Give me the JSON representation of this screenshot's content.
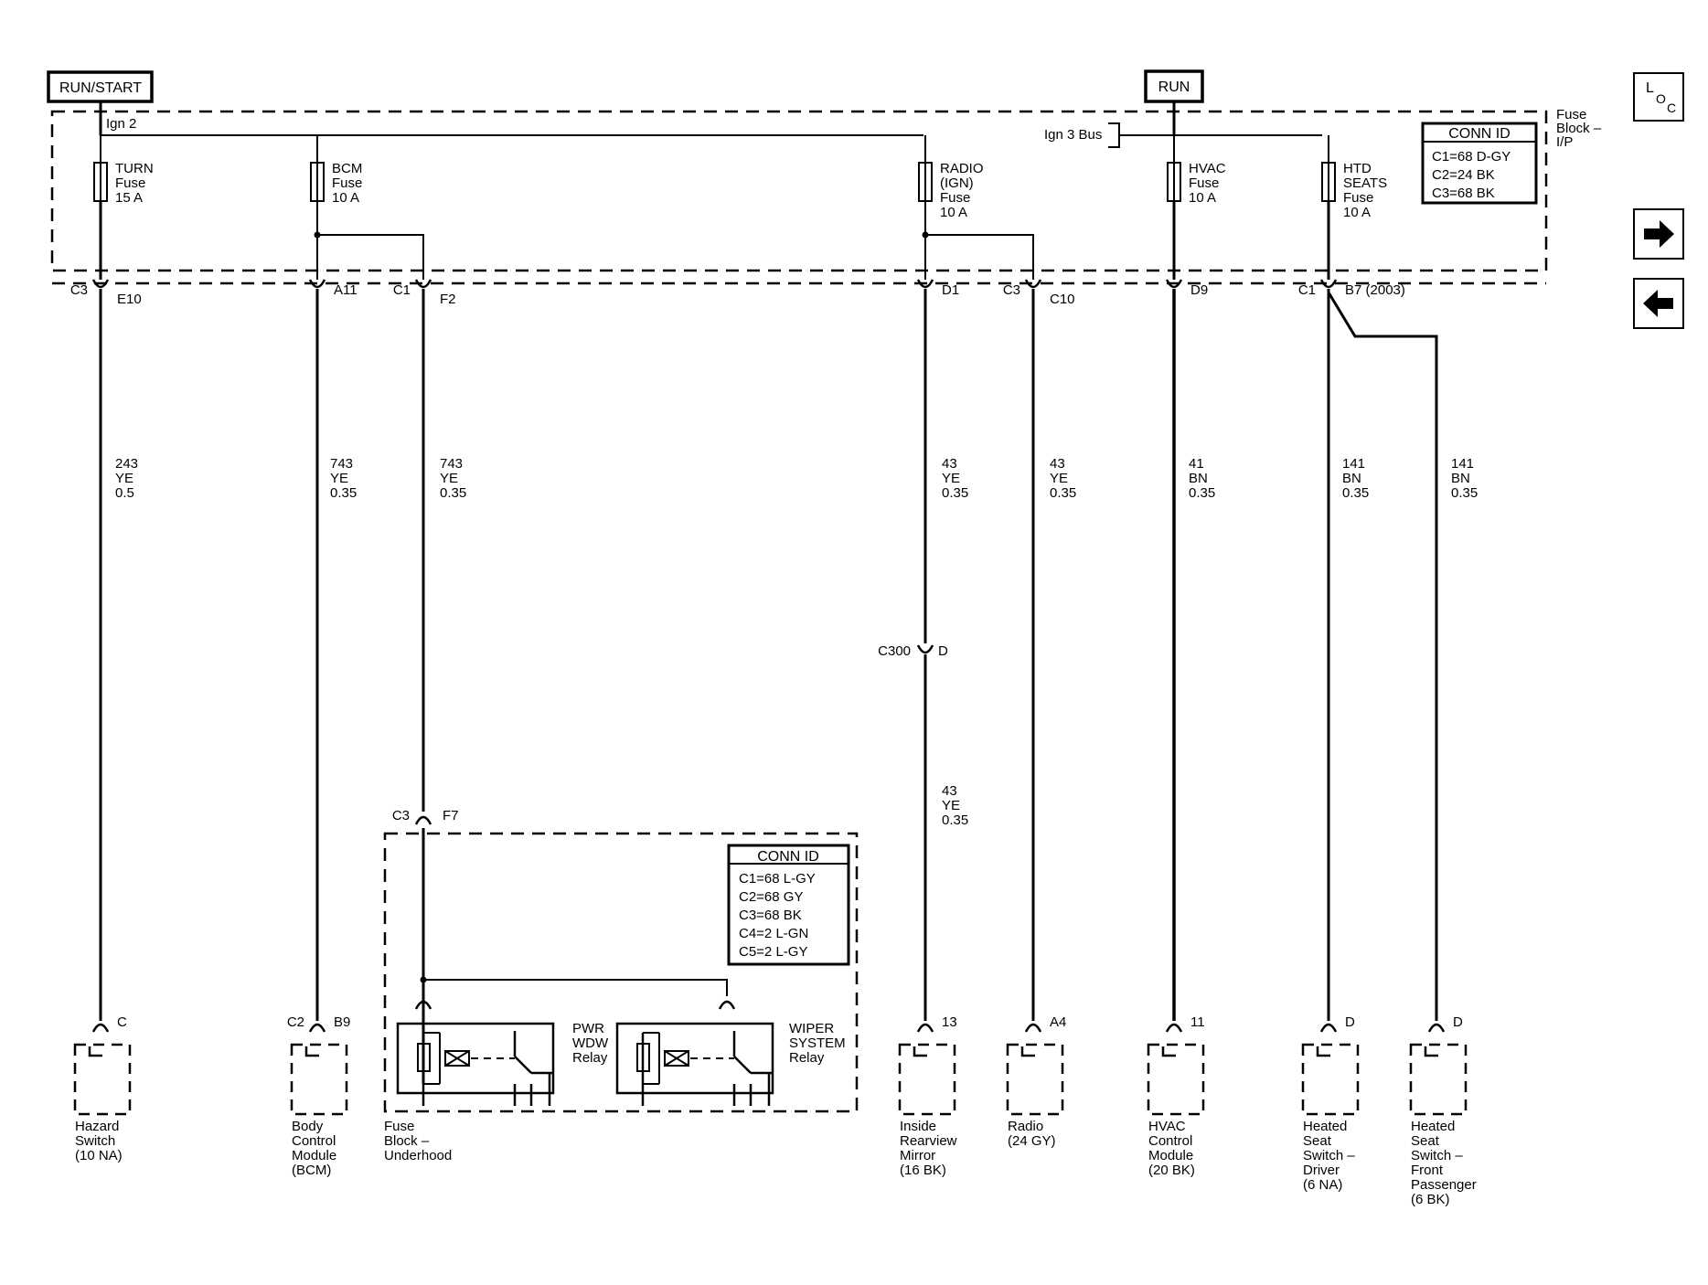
{
  "power_sources": {
    "run_start": "RUN/START",
    "run": "RUN"
  },
  "fuse_block_ip": {
    "title_lines": [
      "Fuse",
      "Block –",
      "I/P"
    ],
    "bus_left": "Ign 2",
    "bus_right": "Ign 3 Bus",
    "conn_id": {
      "title": "CONN ID",
      "lines": [
        "C1=68 D-GY",
        "C2=24 BK",
        "C3=68 BK"
      ]
    }
  },
  "circuits": [
    {
      "fuse": [
        "TURN",
        "Fuse",
        "15 A"
      ],
      "conn": "C3",
      "pin": "E10",
      "wire": [
        "243",
        "YE",
        "0.5"
      ],
      "dest_pin": "C",
      "dest_conn": "",
      "dest_label": [
        "Hazard",
        "Switch",
        "(10 NA)"
      ]
    },
    {
      "fuse": [
        "BCM",
        "Fuse",
        "10 A"
      ],
      "conn": "",
      "pin": "A11",
      "wire": [
        "743",
        "YE",
        "0.35"
      ],
      "dest_pin": "B9",
      "dest_conn": "C2",
      "dest_label": [
        "Body",
        "Control",
        "Module",
        "(BCM)"
      ]
    },
    {
      "fuse": [],
      "conn": "C1",
      "pin": "F2",
      "wire": [
        "743",
        "YE",
        "0.35"
      ],
      "dest_pin": "",
      "dest_conn": "",
      "dest_label": []
    },
    {
      "fuse": [
        "RADIO",
        "(IGN)",
        "Fuse",
        "10 A"
      ],
      "conn": "",
      "pin": "D1",
      "wire": [
        "43",
        "YE",
        "0.35"
      ],
      "dest_pin": "13",
      "dest_conn": "",
      "dest_label": [
        "Inside",
        "Rearview",
        "Mirror",
        "(16 BK)"
      ]
    },
    {
      "fuse": [],
      "conn": "C3",
      "pin": "C10",
      "wire": [
        "43",
        "YE",
        "0.35"
      ],
      "dest_pin": "A4",
      "dest_conn": "",
      "dest_label": [
        "Radio",
        "(24 GY)"
      ]
    },
    {
      "fuse": [
        "HVAC",
        "Fuse",
        "10 A"
      ],
      "conn": "",
      "pin": "D9",
      "wire": [
        "41",
        "BN",
        "0.35"
      ],
      "dest_pin": "11",
      "dest_conn": "",
      "dest_label": [
        "HVAC",
        "Control",
        "Module",
        "(20 BK)"
      ]
    },
    {
      "fuse": [
        "HTD",
        "SEATS",
        "Fuse",
        "10 A"
      ],
      "conn": "C1",
      "pin": "B7 (2003)",
      "wire": [
        "141",
        "BN",
        "0.35"
      ],
      "dest_pin": "D",
      "dest_conn": "",
      "dest_label": [
        "Heated",
        "Seat",
        "Switch –",
        "Driver",
        "(6 NA)"
      ]
    },
    {
      "fuse": [],
      "conn": "",
      "pin": "",
      "wire": [
        "141",
        "BN",
        "0.35"
      ],
      "dest_pin": "D",
      "dest_conn": "",
      "dest_label": [
        "Heated",
        "Seat",
        "Switch –",
        "Front",
        "Passenger",
        "(6 BK)"
      ]
    }
  ],
  "inline_c300": {
    "conn": "C300",
    "pin": "D",
    "wire_below": [
      "43",
      "YE",
      "0.35"
    ]
  },
  "underhood": {
    "entry_conn": "C3",
    "entry_pin": "F7",
    "label": [
      "Fuse",
      "Block –",
      "Underhood"
    ],
    "conn_id": {
      "title": "CONN ID",
      "lines": [
        "C1=68 L-GY",
        "C2=68 GY",
        "C3=68 BK",
        "C4=2 L-GN",
        "C5=2 L-GY"
      ]
    },
    "relay1": [
      "PWR",
      "WDW",
      "Relay"
    ],
    "relay2": [
      "WIPER",
      "SYSTEM",
      "Relay"
    ]
  },
  "nav": {
    "loc_letters": [
      "L",
      "O",
      "C"
    ],
    "next_icon": "arrow-right-icon",
    "prev_icon": "arrow-left-icon"
  }
}
